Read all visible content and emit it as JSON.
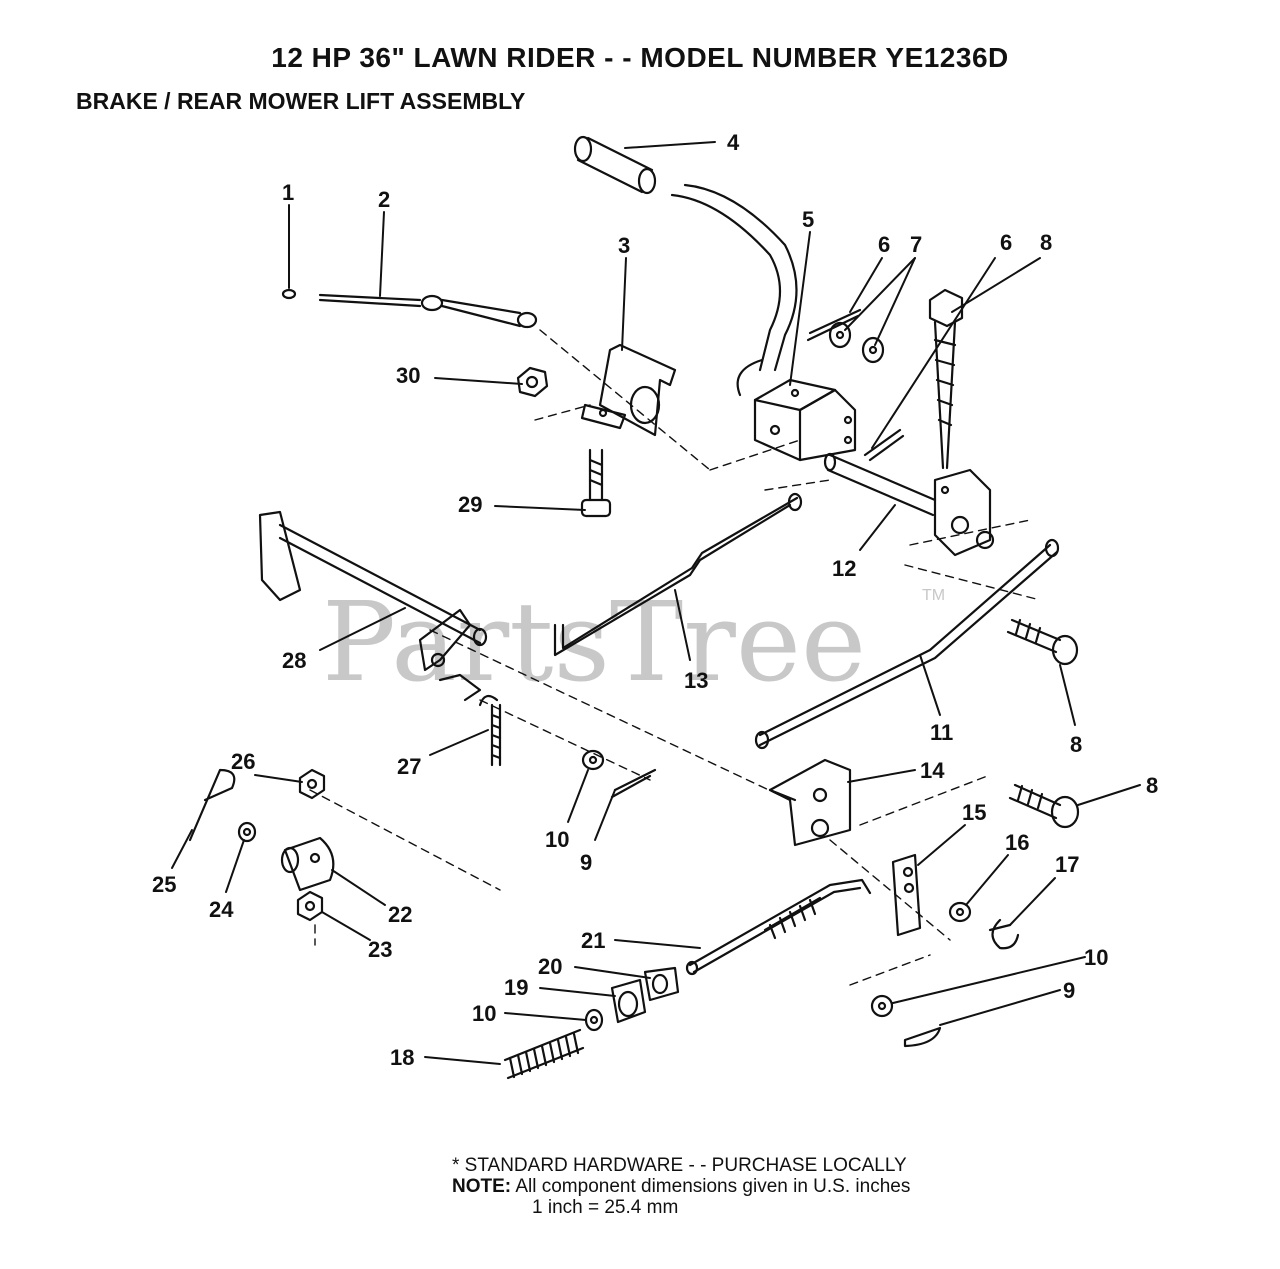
{
  "header": {
    "title": "12 HP 36\" LAWN RIDER - - MODEL NUMBER YE1236D",
    "subtitle": "BRAKE / REAR MOWER LIFT ASSEMBLY"
  },
  "watermark": {
    "text": "PartsTree",
    "tm": "TM"
  },
  "callouts": [
    "1",
    "2",
    "3",
    "4",
    "5",
    "6",
    "7",
    "6",
    "8",
    "30",
    "29",
    "12",
    "28",
    "13",
    "11",
    "8",
    "27",
    "26",
    "10",
    "9",
    "14",
    "8",
    "15",
    "16",
    "17",
    "25",
    "24",
    "22",
    "23",
    "21",
    "10",
    "20",
    "19",
    "10",
    "9",
    "18"
  ],
  "notes": {
    "standard_hardware": "* STANDARD HARDWARE - - PURCHASE LOCALLY",
    "note_label": "NOTE:",
    "note_text": "All component dimensions given in U.S. inches",
    "conversion": "1 inch = 25.4 mm"
  },
  "colors": {
    "ink": "#111111",
    "watermark": "#c8c8c8",
    "background": "#ffffff"
  }
}
